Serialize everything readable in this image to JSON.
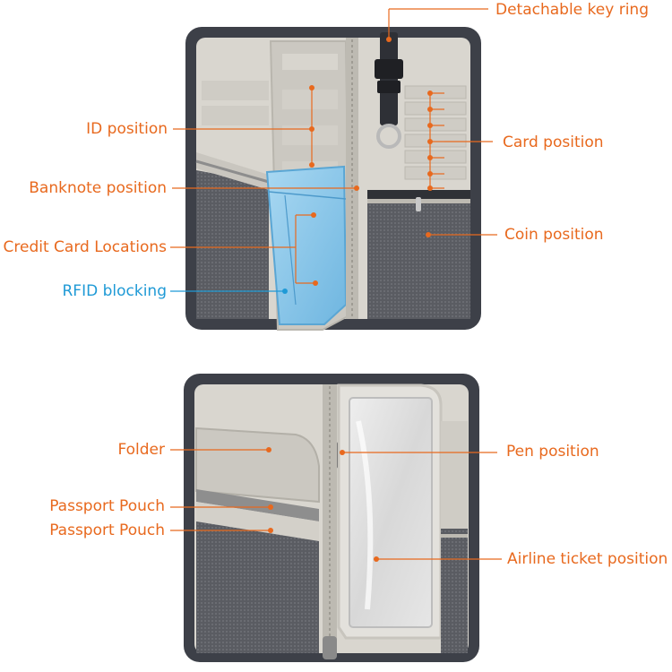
{
  "callouts": {
    "key_ring": "Detachable key ring",
    "id_position": "ID position",
    "card_position": "Card position",
    "banknote_position": "Banknote position",
    "coin_position": "Coin position",
    "credit_card_locations": "Credit Card Locations",
    "rfid_blocking": "RFID blocking",
    "folder": "Folder",
    "pen_position": "Pen position",
    "passport_pouch_1": "Passport Pouch",
    "passport_pouch_2": "Passport Pouch",
    "airline_ticket_position": "Airline ticket position"
  },
  "colors": {
    "label_orange": "#e8691e",
    "label_blue": "#1f9ad6",
    "wallet_shell": "#3d4048",
    "lining": "#d9d6cf",
    "mesh": "#5b5d63",
    "rfid_sleeve": "#8ec9ea"
  }
}
